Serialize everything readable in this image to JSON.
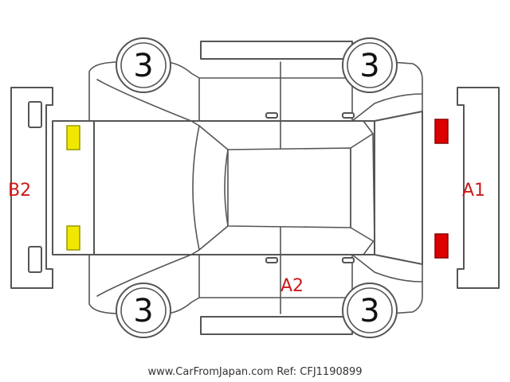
{
  "colors": {
    "outline": "#555555",
    "minor_damage": "#f0e800",
    "major_damage": "#dd0000",
    "label_red": "#cc1a1a"
  },
  "wheels": {
    "front_left": "3",
    "front_right": "3",
    "rear_left": "3",
    "rear_right": "3"
  },
  "labels": {
    "rear_bumper": "B2",
    "front_bumper": "A1",
    "right_side": "A2"
  },
  "markers": {
    "rear_lamps": "yellow",
    "front_lamps": "red"
  },
  "footer": {
    "site": "www.CarFromJapan.com",
    "ref": "Ref: CFJ1190899"
  }
}
